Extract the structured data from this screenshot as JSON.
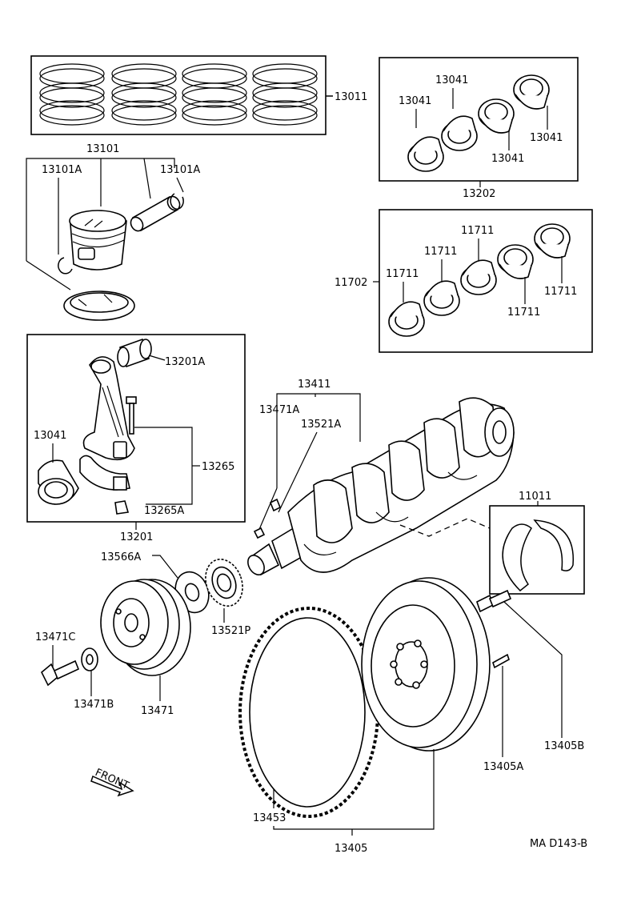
{
  "diagram": {
    "labels": {
      "p13011": "13011",
      "p13101": "13101",
      "p13101A_left": "13101A",
      "p13101A_right": "13101A",
      "p13041_a": "13041",
      "p13041_b": "13041",
      "p13041_c": "13041",
      "p13041_d": "13041",
      "p13202": "13202",
      "p11711_a": "11711",
      "p11711_b": "11711",
      "p11711_c": "11711",
      "p11711_d": "11711",
      "p11711_e": "11711",
      "p11702": "11702",
      "p13201A": "13201A",
      "p13041_rod": "13041",
      "p13265": "13265",
      "p13265A": "13265A",
      "p13201": "13201",
      "p13411": "13411",
      "p13471A": "13471A",
      "p13521A": "13521A",
      "p11011": "11011",
      "p13566A": "13566A",
      "p13471C": "13471C",
      "p13521P": "13521P",
      "p13471B": "13471B",
      "p13471": "13471",
      "p13453": "13453",
      "p13405": "13405",
      "p13405A": "13405A",
      "p13405B": "13405B",
      "front": "FRONT",
      "ref_code": "MA D143-B"
    }
  }
}
